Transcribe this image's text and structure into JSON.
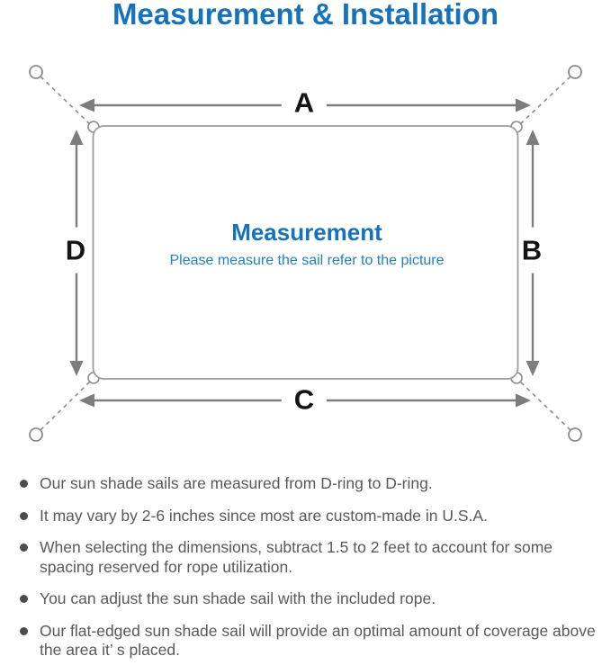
{
  "title": "Measurement & Installation",
  "colors": {
    "title_blue": "#1673bb",
    "subtitle_blue": "#2380c4",
    "body_text_gray": "#595959",
    "line_gray": "#8c8c8c",
    "arrow_gray": "#7d7d7d"
  },
  "diagram": {
    "edge_labels": {
      "top": "A",
      "right": "B",
      "bottom": "C",
      "left": "D"
    },
    "center": {
      "heading": "Measurement",
      "subheading": "Please measure the sail refer to the picture"
    }
  },
  "notes": {
    "items": [
      "Our sun shade sails are measured from D-ring to D-ring.",
      "It may vary by 2-6 inches since most are custom-made in U.S.A.",
      "When selecting the dimensions, subtract 1.5 to 2 feet to account for some spacing reserved for rope utilization.",
      "You can adjust the sun shade sail with the included rope.",
      "Our flat-edged sun shade sail will provide an optimal amount of coverage above the area it’ s placed."
    ]
  }
}
